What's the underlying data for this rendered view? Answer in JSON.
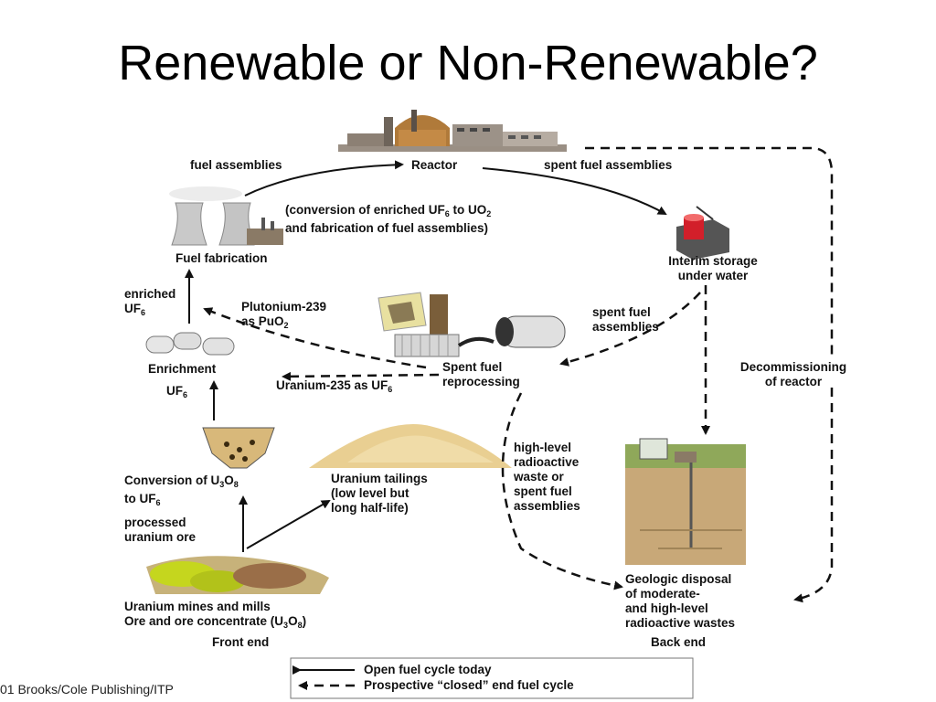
{
  "slide": {
    "title": "Renewable or Non-Renewable?"
  },
  "diagram": {
    "labels": {
      "fuel_assemblies": "fuel assemblies",
      "reactor": "Reactor",
      "spent_fuel_assemblies_top": "spent fuel assemblies",
      "conversion_line1": "(conversion of enriched UF",
      "conversion_line1_sub": "6",
      "conversion_line1_end": " to UO",
      "conversion_line1_sub2": "2",
      "conversion_line2": "and fabrication of fuel assemblies)",
      "fuel_fabrication": "Fuel fabrication",
      "interim_line1": "Interim storage",
      "interim_line2": "under water",
      "enriched_line1": "enriched",
      "enriched_line2": "UF",
      "enriched_sub": "6",
      "plutonium_line1": "Plutonium-239",
      "plutonium_line2": "as PuO",
      "plutonium_sub": "2",
      "spent_fuel_mid_line1": "spent fuel",
      "spent_fuel_mid_line2": "assemblies",
      "enrichment": "Enrichment",
      "spent_reproc_line1": "Spent fuel",
      "spent_reproc_line2": "reprocessing",
      "decom_line1": "Decommissioning",
      "decom_line2": "of reactor",
      "uf6_left": "UF",
      "uf6_left_sub": "6",
      "uranium235": "Uranium-235 as UF",
      "uranium235_sub": "6",
      "conv_u3o8_line1": "Conversion of U",
      "conv_u3o8_sub1": "3",
      "conv_u3o8_mid": "O",
      "conv_u3o8_sub2": "8",
      "conv_u3o8_line2": "to UF",
      "conv_u3o8_sub3": "6",
      "tailings_line1": "Uranium tailings",
      "tailings_line2": "(low level but",
      "tailings_line3": "long half-life)",
      "hlw_line1": "high-level",
      "hlw_line2": "radioactive",
      "hlw_line3": "waste or",
      "hlw_line4": "spent fuel",
      "hlw_line5": "assemblies",
      "processed_line1": "processed",
      "processed_line2": "uranium ore",
      "geo_line1": "Geologic disposal",
      "geo_line2": "of moderate-",
      "geo_line3": "and high-level",
      "geo_line4": "radioactive wastes",
      "mines_line1": "Uranium mines and mills",
      "mines_line2": "Ore and ore concentrate (U",
      "mines_sub1": "3",
      "mines_mid": "O",
      "mines_sub2": "8",
      "mines_end": ")",
      "front_end": "Front end",
      "back_end": "Back end"
    },
    "legend": {
      "open": "Open fuel cycle today",
      "closed": "Prospective “closed” end fuel cycle"
    },
    "copyright": "01 Brooks/Cole Publishing/ITP"
  }
}
